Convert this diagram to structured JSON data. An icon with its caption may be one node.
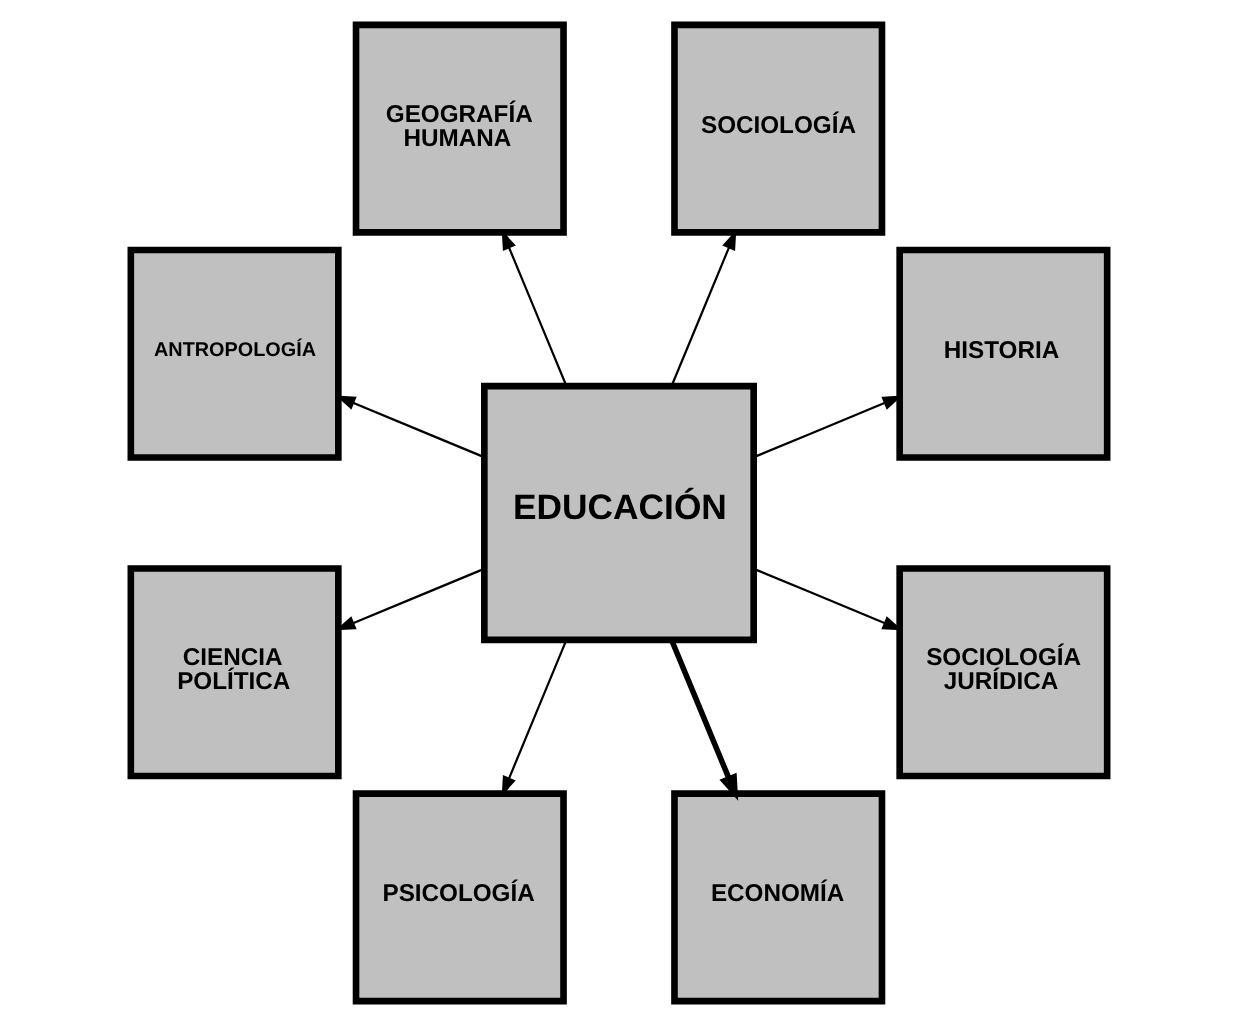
{
  "diagram": {
    "nodes": [
      {
        "text": [
          "HISTORIA"
        ]
      },
      {
        "text": [
          "SOCIOLOGÍA"
        ]
      },
      {
        "text": [
          "GEOGRAFÍA HUMANA"
        ]
      },
      {
        "text": [
          "ANTROPOLOGÍA"
        ]
      },
      {
        "text": [
          "EDUCACIÓN"
        ]
      },
      {
        "text": [
          "CIENCIA POLÍTICA"
        ]
      },
      {
        "text": [
          "PSICOLOGÍA"
        ]
      },
      {
        "text": [
          "ECONOMÍA"
        ]
      },
      {
        "text": [
          "SOCIOLOGÍA JURÍDICA"
        ]
      }
    ],
    "edges": [
      {
        "from": 4,
        "to": 0,
        "arrow": "to"
      },
      {
        "from": 4,
        "to": 1,
        "arrow": "to"
      },
      {
        "from": 4,
        "to": 2,
        "arrow": "to"
      },
      {
        "from": 4,
        "to": 3,
        "arrow": "to"
      },
      {
        "from": 4,
        "to": 5,
        "arrow": "to"
      },
      {
        "from": 4,
        "to": 6,
        "arrow": "to"
      },
      {
        "from": 4,
        "to": 7,
        "arrow": "to",
        "style": "thick"
      },
      {
        "from": 4,
        "to": 8,
        "arrow": "to"
      }
    ]
  }
}
